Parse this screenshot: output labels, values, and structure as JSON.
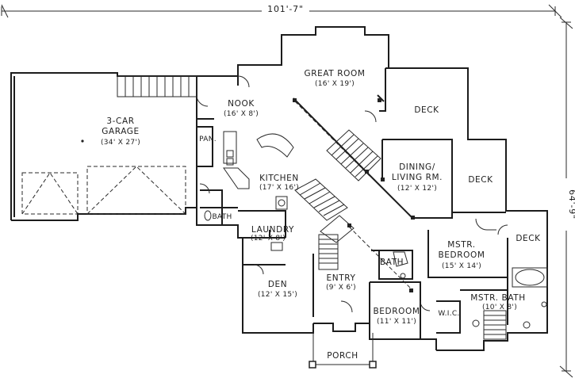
{
  "dimensions": {
    "overall_width": "101'-7\"",
    "overall_depth": "64'-9\""
  },
  "rooms": {
    "garage": {
      "name_line1": "3-CAR",
      "name_line2": "GARAGE",
      "size": "(34' X 27')"
    },
    "nook": {
      "name": "NOOK",
      "size": "(16' X 8')"
    },
    "great_room": {
      "name": "GREAT ROOM",
      "size": "(16' X 19')"
    },
    "deck_upper": {
      "name": "DECK"
    },
    "pantry": {
      "name": "PAN."
    },
    "kitchen": {
      "name": "KITCHEN",
      "size": "(17' X 16')"
    },
    "dining": {
      "name_line1": "DINING/",
      "name_line2": "LIVING RM.",
      "size": "(12' X 12')"
    },
    "deck_middle": {
      "name": "DECK"
    },
    "bath_small": {
      "name": "BATH"
    },
    "laundry": {
      "name": "LAUNDRY",
      "size": "(12' X 8')"
    },
    "deck_right": {
      "name": "DECK"
    },
    "master_bedroom": {
      "name_line1": "MSTR.",
      "name_line2": "BEDROOM",
      "size": "(15' X 14')"
    },
    "bath_center": {
      "name": "BATH"
    },
    "den": {
      "name": "DEN",
      "size": "(12' X 15')"
    },
    "entry": {
      "name": "ENTRY",
      "size": "(9' X 6')"
    },
    "master_bath": {
      "name": "MSTR. BATH",
      "size": "(10' X 8')"
    },
    "bedroom": {
      "name": "BEDROOM",
      "size": "(11' X 11')"
    },
    "wic": {
      "name": "W.I.C."
    },
    "porch": {
      "name": "PORCH"
    }
  }
}
